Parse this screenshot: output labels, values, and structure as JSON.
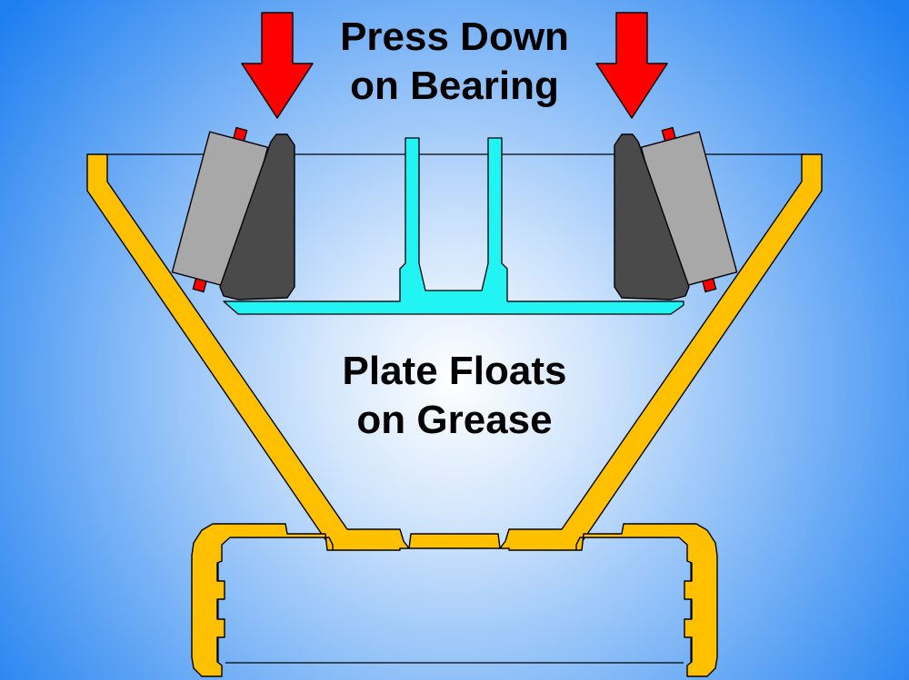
{
  "labels": {
    "top": [
      "Press Down",
      "on Bearing"
    ],
    "middle": [
      "Plate Floats",
      "on Grease"
    ]
  },
  "colors": {
    "background_center": "#ffffff",
    "background_edge": "#1e7ff0",
    "housing": "#ffc000",
    "plate": "#22f3f3",
    "bearing_outer": "#a8a8a8",
    "bearing_inner": "#4a4a4a",
    "pin": "#ff0000",
    "arrow": "#ff0000",
    "outline": "#000000"
  },
  "icons": {
    "arrow": "arrow-down",
    "bearing": "tapered-roller-bearing"
  }
}
